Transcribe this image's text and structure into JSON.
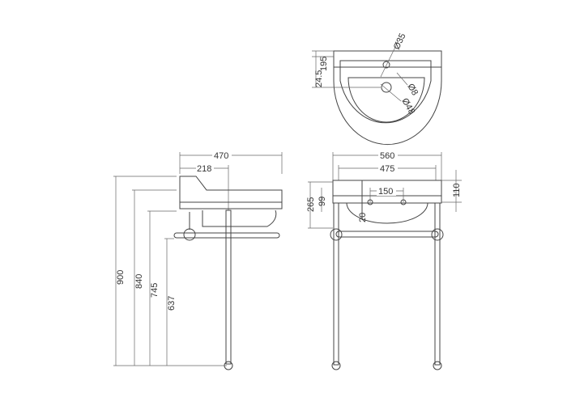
{
  "top_view": {
    "dims": {
      "d195": "195",
      "d24_5": "24.5",
      "d35": "Ø35",
      "d8": "Ø8",
      "d48": "Ø48"
    }
  },
  "side_view": {
    "dims": {
      "d470": "470",
      "d218": "218",
      "d900": "900",
      "d840": "840",
      "d745": "745",
      "d637": "637"
    }
  },
  "front_view": {
    "dims": {
      "d560": "560",
      "d475": "475",
      "d150": "150",
      "d265": "265",
      "d99": "99",
      "d110": "110",
      "d20": "20"
    }
  }
}
